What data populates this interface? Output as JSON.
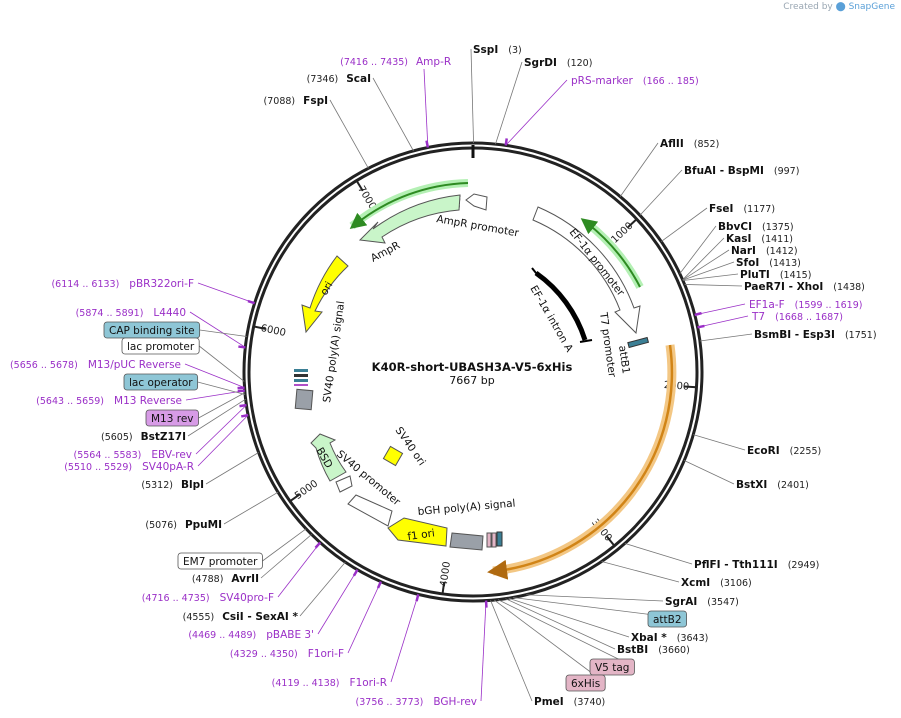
{
  "credit": {
    "prefix": "Created by",
    "brand": "SnapGene"
  },
  "plasmid": {
    "name": "K40R-short-UBASH3A-V5-6xHis",
    "length": "7667 bp"
  },
  "ticks": [
    "1000",
    "2000",
    "3000",
    "4000",
    "5000",
    "6000",
    "7000"
  ],
  "right_sites": [
    {
      "pre": "",
      "name": "SspI",
      "pos": "(3)"
    },
    {
      "pre": "",
      "name": "SgrDI",
      "pos": "(120)"
    },
    {
      "pre": "",
      "name": "AflII",
      "pos": "(852)"
    },
    {
      "pre": "",
      "name": "BfuAI  - BspMI",
      "pos": "(997)"
    },
    {
      "pre": "",
      "name": "FseI",
      "pos": "(1177)"
    },
    {
      "pre": "",
      "name": "BbvCI",
      "pos": "(1375)"
    },
    {
      "pre": "",
      "name": "KasI",
      "pos": "(1411)"
    },
    {
      "pre": "",
      "name": "NarI",
      "pos": "(1412)"
    },
    {
      "pre": "",
      "name": "SfoI",
      "pos": "(1413)"
    },
    {
      "pre": "",
      "name": "PluTI",
      "pos": "(1415)"
    },
    {
      "pre": "",
      "name": "PaeR7I  - XhoI",
      "pos": "(1438)"
    },
    {
      "pre": "",
      "name": "BsmBI  - Esp3I",
      "pos": "(1751)"
    },
    {
      "pre": "",
      "name": "EcoRI",
      "pos": "(2255)"
    },
    {
      "pre": "",
      "name": "BstXI",
      "pos": "(2401)"
    },
    {
      "pre": "",
      "name": "PflFI  - Tth111I",
      "pos": "(2949)"
    },
    {
      "pre": "",
      "name": "XcmI",
      "pos": "(3106)"
    },
    {
      "pre": "",
      "name": "SgrAI",
      "pos": "(3547)"
    },
    {
      "pre": "",
      "name": "XbaI *",
      "pos": "(3643)"
    },
    {
      "pre": "",
      "name": "BstBI",
      "pos": "(3660)"
    },
    {
      "pre": "",
      "name": "PmeI",
      "pos": "(3740)"
    }
  ],
  "left_sites": [
    {
      "name": "ScaI",
      "pos": "(7346)"
    },
    {
      "name": "FspI",
      "pos": "(7088)"
    },
    {
      "name": "BstZ17I",
      "pos": "(5605)"
    },
    {
      "name": "BlpI",
      "pos": "(5312)"
    },
    {
      "name": "PpuMI",
      "pos": "(5076)"
    },
    {
      "name": "AvrII",
      "pos": "(4788)"
    },
    {
      "name": "CsiI  - SexAI *",
      "pos": "(4555)"
    }
  ],
  "primers": [
    {
      "range": "(7416 .. 7435)",
      "name": "Amp-R"
    },
    {
      "range": "(166 .. 185)",
      "name": "pRS-marker"
    },
    {
      "range": "(1599 .. 1619)",
      "name": "EF1a-F"
    },
    {
      "range": "(1668 .. 1687)",
      "name": "T7"
    },
    {
      "range": "(6114 .. 6133)",
      "name": "pBR322ori-F"
    },
    {
      "range": "(5874 .. 5891)",
      "name": "L4440"
    },
    {
      "range": "(5656 .. 5678)",
      "name": "M13/pUC Reverse"
    },
    {
      "range": "(5643 .. 5659)",
      "name": "M13 Reverse"
    },
    {
      "range": "(5564 .. 5583)",
      "name": "EBV-rev"
    },
    {
      "range": "(5510 .. 5529)",
      "name": "SV40pA-R"
    },
    {
      "range": "(4716 .. 4735)",
      "name": "SV40pro-F"
    },
    {
      "range": "(4469 .. 4489)",
      "name": "pBABE 3'"
    },
    {
      "range": "(4329 .. 4350)",
      "name": "F1ori-F"
    },
    {
      "range": "(4119 .. 4138)",
      "name": "F1ori-R"
    },
    {
      "range": "(3756 .. 3773)",
      "name": "BGH-rev"
    }
  ],
  "boxed_features": [
    {
      "label": "CAP binding site",
      "style": "teal"
    },
    {
      "label": "lac promoter",
      "style": "white"
    },
    {
      "label": "lac operator",
      "style": "teal"
    },
    {
      "label": "M13 rev",
      "style": "violet"
    },
    {
      "label": "EM7 promoter",
      "style": "white"
    },
    {
      "label": "attB2",
      "style": "teal"
    },
    {
      "label": "V5 tag",
      "style": "pink"
    },
    {
      "label": "6xHis",
      "style": "pink"
    }
  ],
  "inner_features": {
    "ampr_promoter": "AmpR promoter",
    "ampr": "AmpR",
    "ori": "ori",
    "sv40_polya": "SV40 poly(A) signal",
    "ef1a_promoter": "EF-1α promoter",
    "ef1a_intron": "EF-1α intron A",
    "t7_promoter": "T7 promoter",
    "attb1": "attB1",
    "sv40_ori": "SV40 ori",
    "bsd": "BSD",
    "sv40_promoter": "SV40 promoter",
    "bgh": "bGH poly(A) signal",
    "f1_ori": "f1 ori"
  },
  "colors": {
    "primer": "#9a2fc7",
    "ampr_fill": "#c9f5c9",
    "ori_fill": "#ffff00",
    "insert": "#f0a030",
    "teal_box": "#8ec6d6",
    "pink_box": "#e3b5c6",
    "violet_box": "#d79be6",
    "gray": "#9aa0a8"
  }
}
